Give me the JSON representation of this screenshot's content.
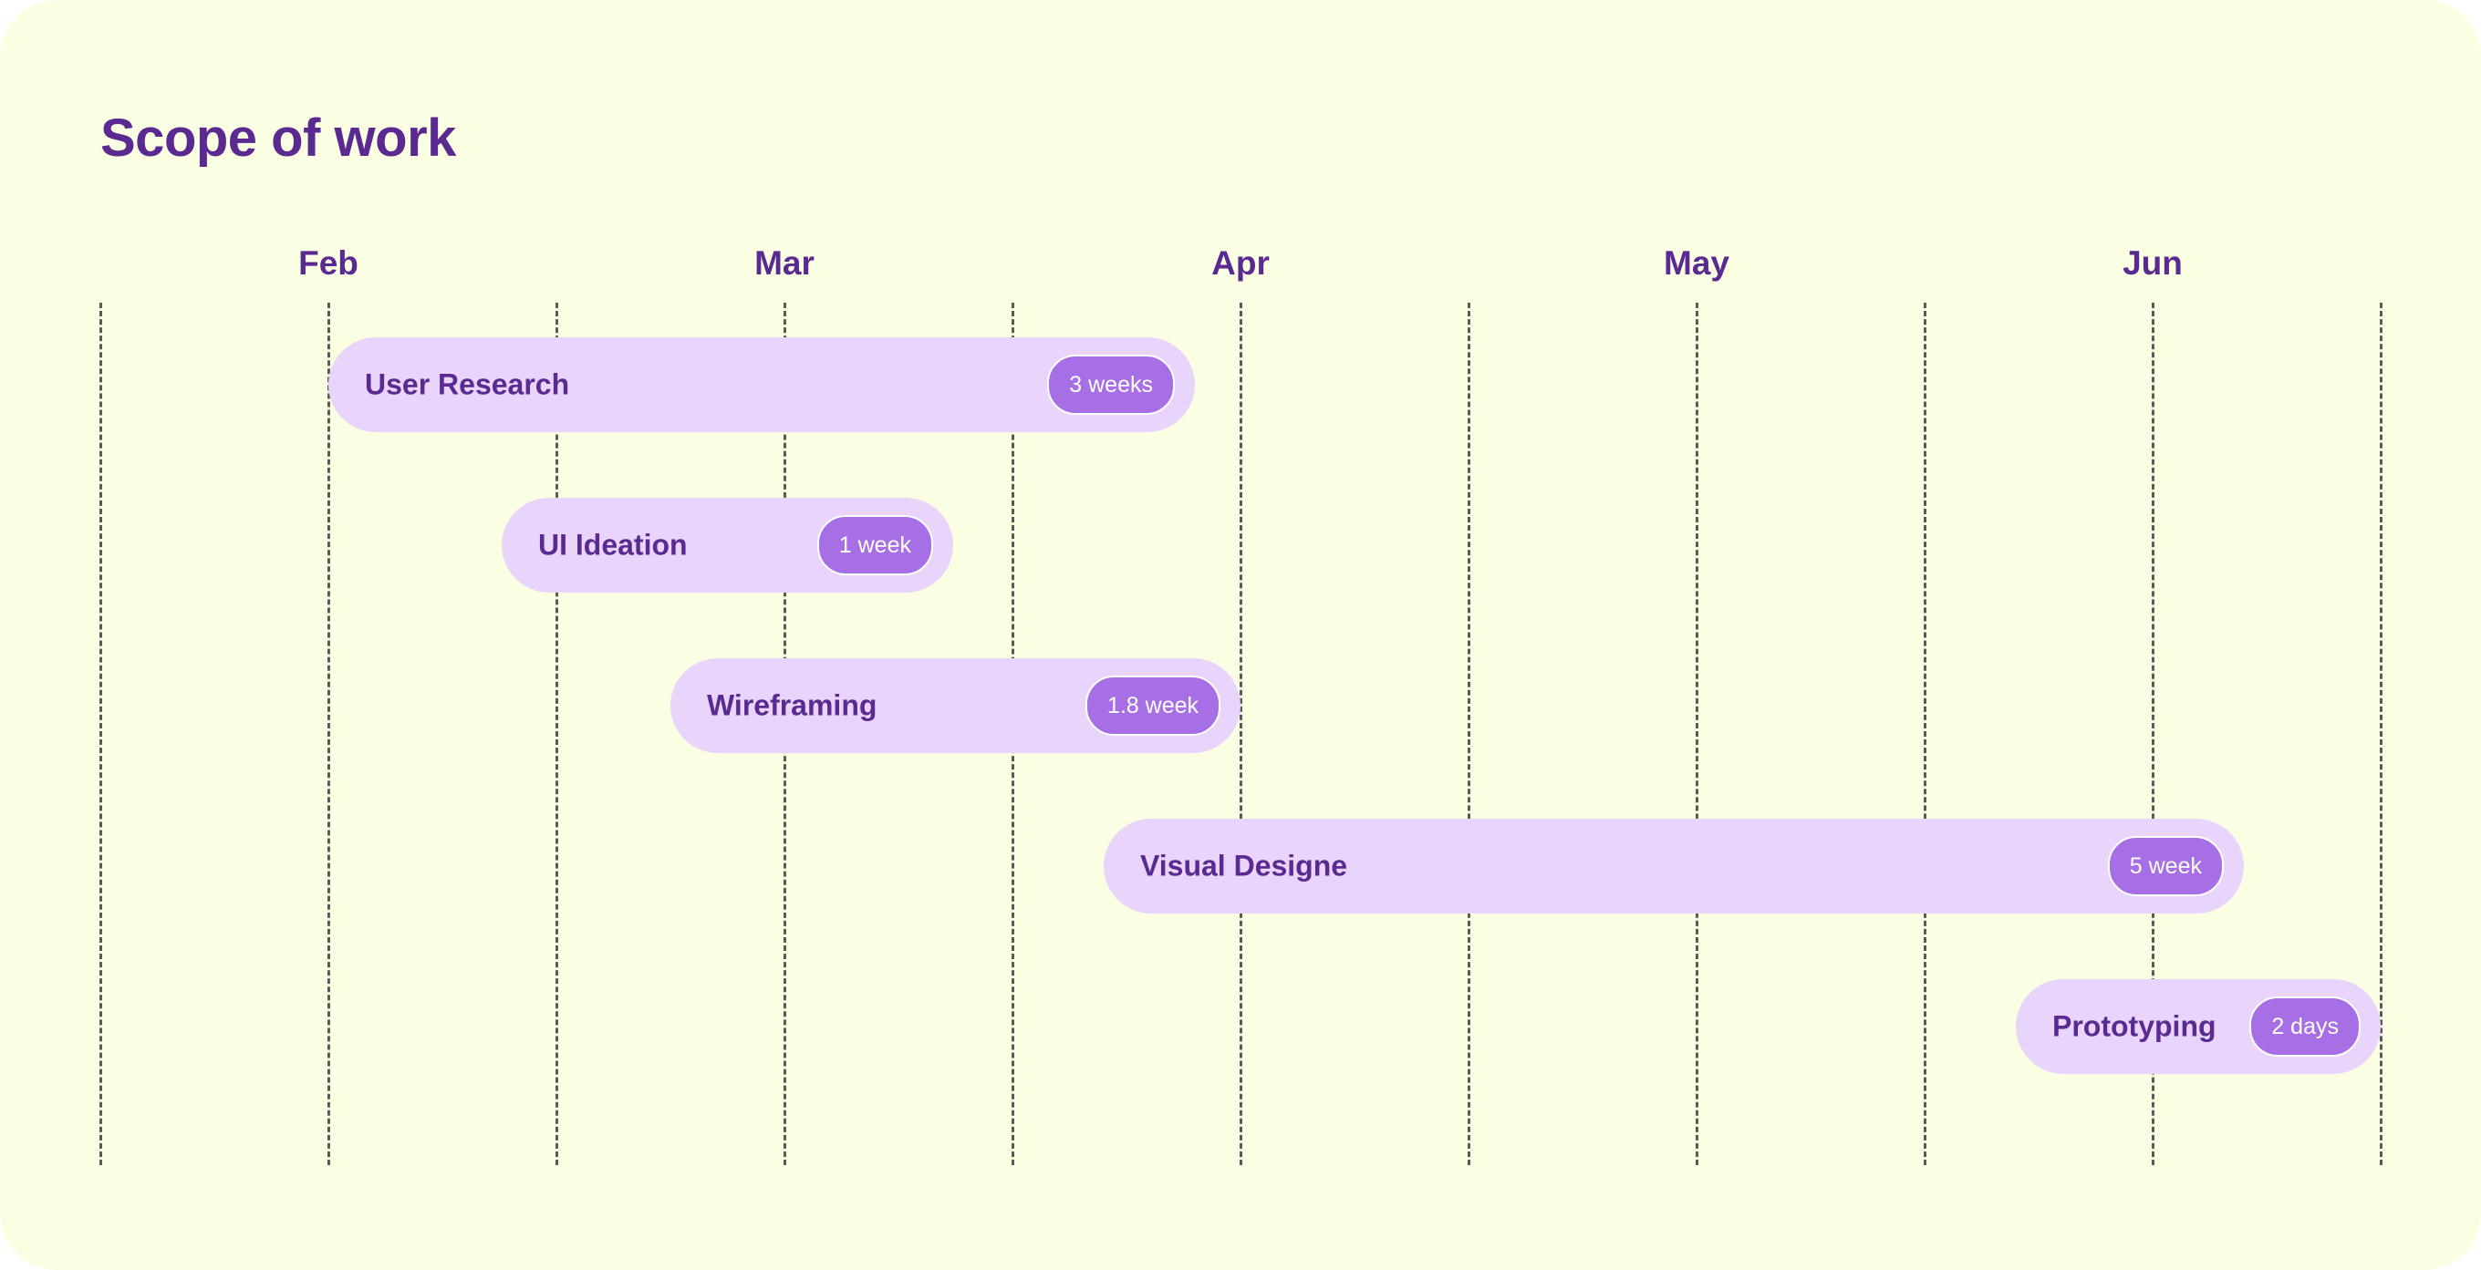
{
  "title": "Scope of work",
  "chart_data": {
    "type": "gantt",
    "title": "Scope of work",
    "months": [
      "Feb",
      "Mar",
      "Apr",
      "May",
      "Jun"
    ],
    "x_range_months": [
      0.5,
      5.5
    ],
    "grid": "dashed vertical lines at each month and half-month",
    "tasks": [
      {
        "name": "User Research",
        "duration_label": "3 weeks",
        "start": 1.0,
        "end": 2.9
      },
      {
        "name": "UI Ideation",
        "duration_label": "1 week",
        "start": 1.38,
        "end": 2.37
      },
      {
        "name": "Wireframing",
        "duration_label": "1.8 week",
        "start": 1.75,
        "end": 3.0
      },
      {
        "name": "Visual Designe",
        "duration_label": "5 week",
        "start": 2.7,
        "end": 5.2
      },
      {
        "name": "Prototyping",
        "duration_label": "2 days",
        "start": 4.7,
        "end": 5.5
      }
    ],
    "colors": {
      "background": "#fafee2",
      "bar": "#e9d4fc",
      "badge": "#a66fe6",
      "text": "#5b2a91",
      "gridline": "#5a5a5a"
    }
  }
}
